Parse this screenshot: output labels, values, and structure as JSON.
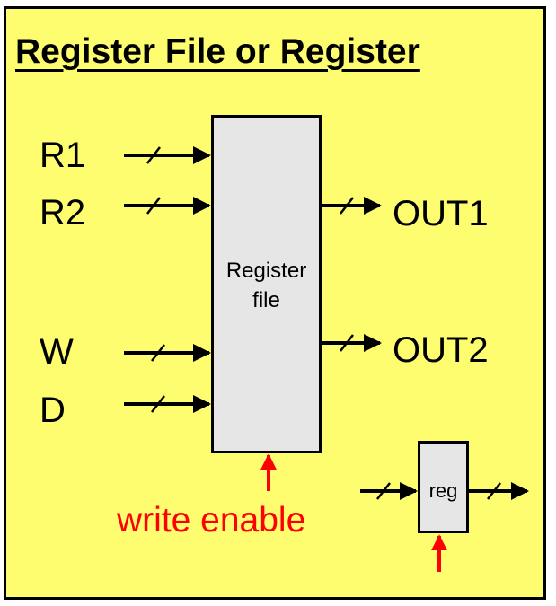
{
  "title": "Register File or Register",
  "register_file": {
    "label_line1": "Register",
    "label_line2": "file",
    "inputs": [
      "R1",
      "R2",
      "W",
      "D"
    ],
    "outputs": [
      "OUT1",
      "OUT2"
    ]
  },
  "write_enable_label": "write enable",
  "register": {
    "label": "reg"
  },
  "colors": {
    "background": "#fdfd6f",
    "box_fill": "#e6e6e6",
    "control_signal": "#ff0000",
    "line": "#000000"
  }
}
